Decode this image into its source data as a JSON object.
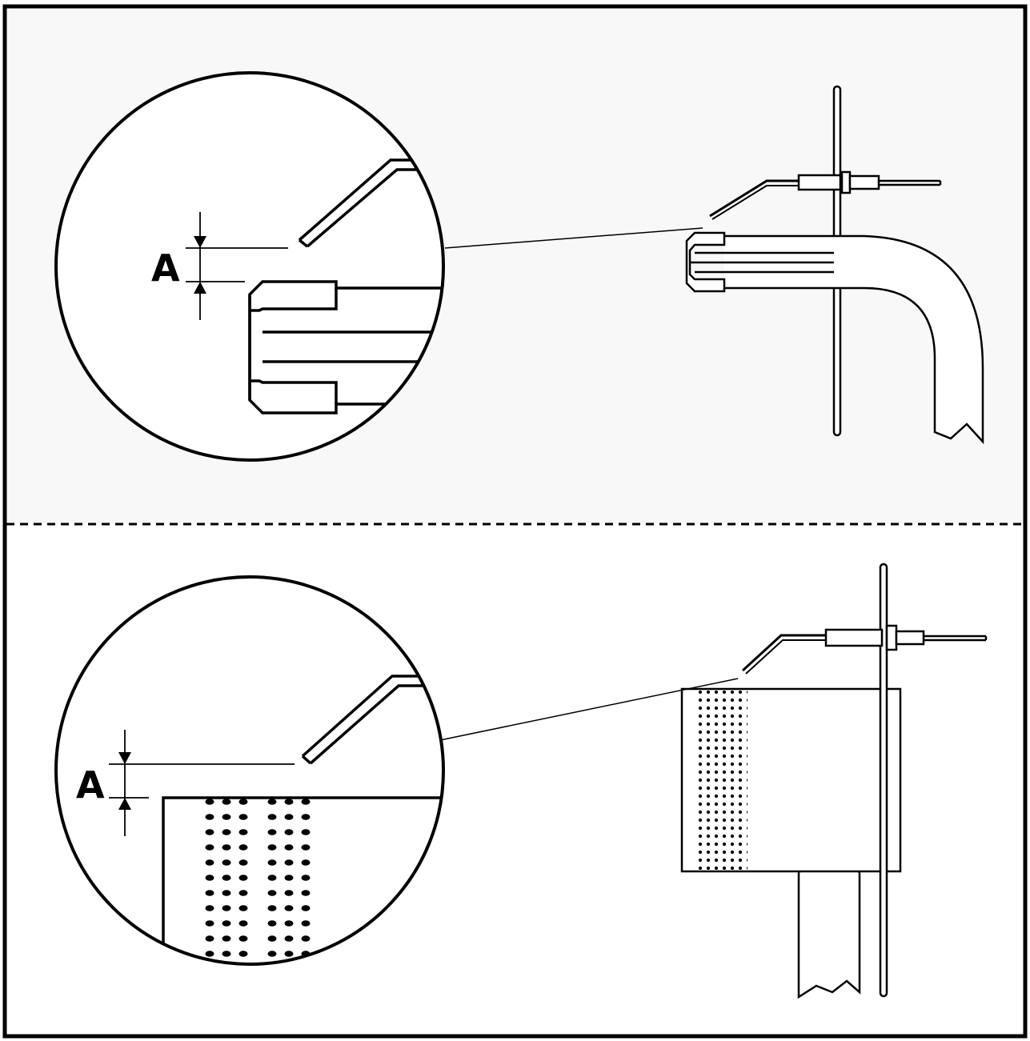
{
  "figure": {
    "panels": [
      {
        "id": "upper",
        "gap_label": "A"
      },
      {
        "id": "lower",
        "gap_label": "A"
      }
    ],
    "colors": {
      "line": "#000000",
      "background": "#ffffff",
      "panel_fill": "#f7f7f7"
    }
  }
}
